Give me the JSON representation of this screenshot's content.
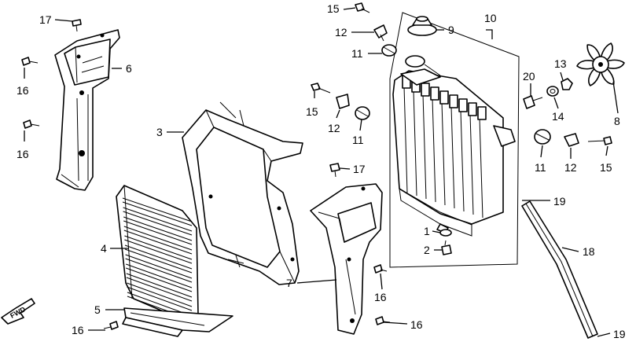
{
  "callouts": [
    {
      "id": "c17a",
      "text": "17"
    },
    {
      "id": "c6",
      "text": "6"
    },
    {
      "id": "c16a",
      "text": "16"
    },
    {
      "id": "c16b",
      "text": "16"
    },
    {
      "id": "c3",
      "text": "3"
    },
    {
      "id": "c4",
      "text": "4"
    },
    {
      "id": "c5",
      "text": "5"
    },
    {
      "id": "c16c",
      "text": "16"
    },
    {
      "id": "c15a",
      "text": "15"
    },
    {
      "id": "c12a",
      "text": "12"
    },
    {
      "id": "c11a",
      "text": "11"
    },
    {
      "id": "c9",
      "text": "9"
    },
    {
      "id": "c10",
      "text": "10"
    },
    {
      "id": "c15b",
      "text": "15"
    },
    {
      "id": "c12b",
      "text": "12"
    },
    {
      "id": "c11b",
      "text": "11"
    },
    {
      "id": "c17b",
      "text": "17"
    },
    {
      "id": "c7",
      "text": "7"
    },
    {
      "id": "c16d",
      "text": "16"
    },
    {
      "id": "c16e",
      "text": "16"
    },
    {
      "id": "c1",
      "text": "1"
    },
    {
      "id": "c2",
      "text": "2"
    },
    {
      "id": "c13",
      "text": "13"
    },
    {
      "id": "c20",
      "text": "20"
    },
    {
      "id": "c14",
      "text": "14"
    },
    {
      "id": "c8",
      "text": "8"
    },
    {
      "id": "c11c",
      "text": "11"
    },
    {
      "id": "c12c",
      "text": "12"
    },
    {
      "id": "c15c",
      "text": "15"
    },
    {
      "id": "c19a",
      "text": "19"
    },
    {
      "id": "c18",
      "text": "18"
    },
    {
      "id": "c19b",
      "text": "19"
    }
  ],
  "fwd_arrow": {
    "text": "FWD"
  }
}
